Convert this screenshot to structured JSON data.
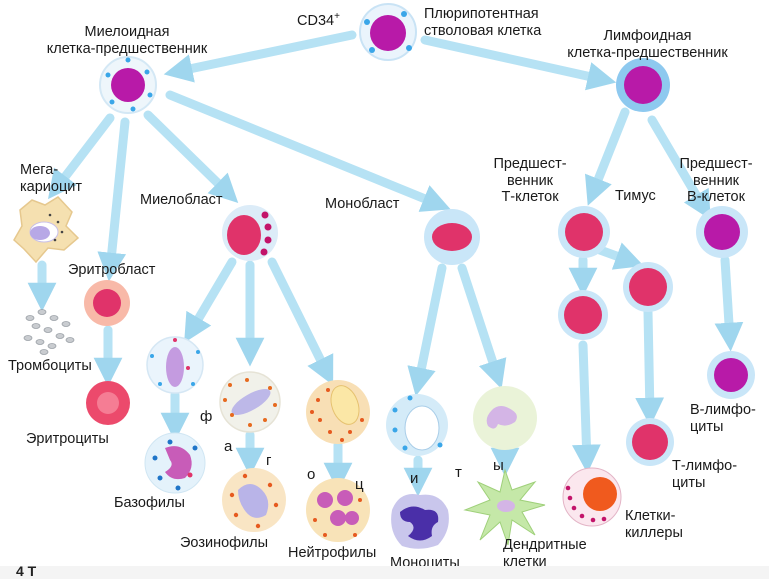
{
  "labels": {
    "cd34": "CD34",
    "cd34_sup": "+",
    "stem_cell": [
      "Плюрипотентная",
      "стволовая клетка"
    ],
    "myeloid_progenitor": [
      "Миелоидная",
      "клетка-предшественник"
    ],
    "lymphoid_progenitor": [
      "Лимфоидная",
      "клетка-предшественник"
    ],
    "megakaryocyte": [
      "Мега-",
      "кариоцит"
    ],
    "myeloblast": "Миелобласт",
    "monoblast": "Монобласт",
    "t_precursor": [
      "Предшест-",
      "венник",
      "Т-клеток"
    ],
    "thymus": "Тимус",
    "b_precursor": [
      "Предшест-",
      "венник",
      "В-клеток"
    ],
    "erythroblast": "Эритробласт",
    "thrombocytes": "Тромбоциты",
    "erythrocytes": "Эритроциты",
    "basophils": "Базофилы",
    "eosinophils": "Эозинофилы",
    "neutrophils": "Нейтрофилы",
    "monocytes": "Моноциты",
    "dendritic": [
      "Дендритные",
      "клетки"
    ],
    "killers": [
      "Клетки-",
      "киллеры"
    ],
    "t_lymph": [
      "Т-лимфо-",
      "циты"
    ],
    "b_lymph": [
      "В-лимфо-",
      "циты"
    ],
    "phagocytes_letters": [
      "ф",
      "а",
      "г",
      "о",
      "ц",
      "и",
      "т",
      "ы"
    ],
    "bottom_caption": "4 Т"
  },
  "colors": {
    "arrow": "#a9dcf0",
    "nucleus_magenta": "#b81aa8",
    "nucleus_red": "#e0336a",
    "cytoplasm_blue": "#8ec9ef",
    "cytoplasm_pink": "#f4c6d4",
    "erythrocyte": "#ec4a6c"
  }
}
